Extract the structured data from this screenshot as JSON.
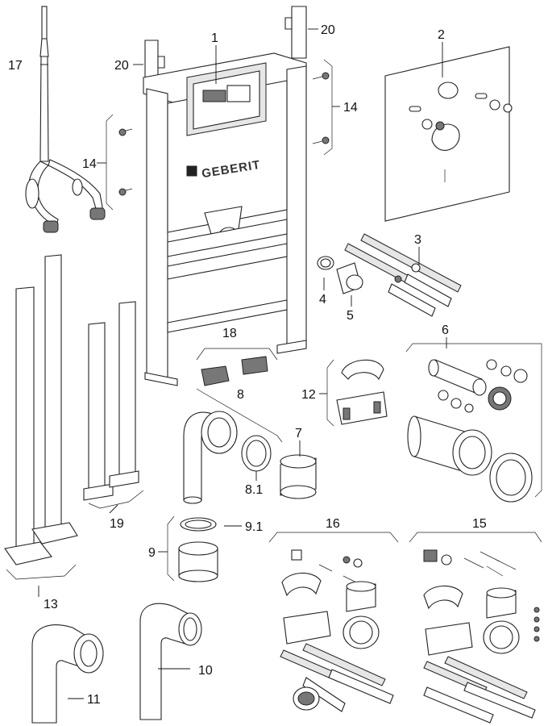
{
  "brand_text": "GEBERIT",
  "labels": {
    "l1": "1",
    "l2": "2",
    "l3": "3",
    "l4": "4",
    "l5": "5",
    "l6": "6",
    "l7": "7",
    "l8": "8",
    "l8_1": "8.1",
    "l9": "9",
    "l9_1": "9.1",
    "l10": "10",
    "l11": "11",
    "l12": "12",
    "l13": "13",
    "l14a": "14",
    "l14b": "14",
    "l15": "15",
    "l16": "16",
    "l17": "17",
    "l18": "18",
    "l19": "19",
    "l20a": "20",
    "l20b": "20"
  }
}
